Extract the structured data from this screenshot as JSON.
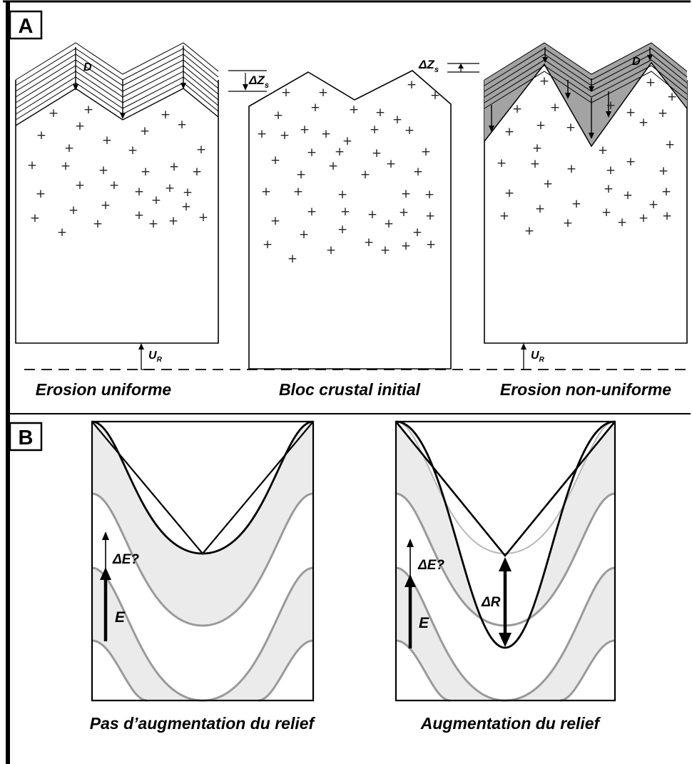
{
  "panels": {
    "a": {
      "label": "A"
    },
    "b": {
      "label": "B"
    }
  },
  "captions": {
    "uniform": "Erosion uniforme",
    "initial": "Bloc crustal initial",
    "nonuniform": "Erosion non-uniforme",
    "no_relief": "Pas d’augmentation du relief",
    "relief": "Augmentation du relief"
  },
  "symbols": {
    "D": "D",
    "UR_main": "U",
    "UR_sub": "R",
    "dZ_main": "ΔZ",
    "dZ_sub": "s",
    "dE": "ΔE?",
    "E": "E",
    "dR": "ΔR"
  },
  "marks": {
    "plus": "+"
  },
  "colors": {
    "line": "#000000",
    "eroded_dark": "#a3a3a3",
    "band_fill": "#ebebeb",
    "isotherm": "#9a9a9a",
    "frame_left": "#000000"
  }
}
